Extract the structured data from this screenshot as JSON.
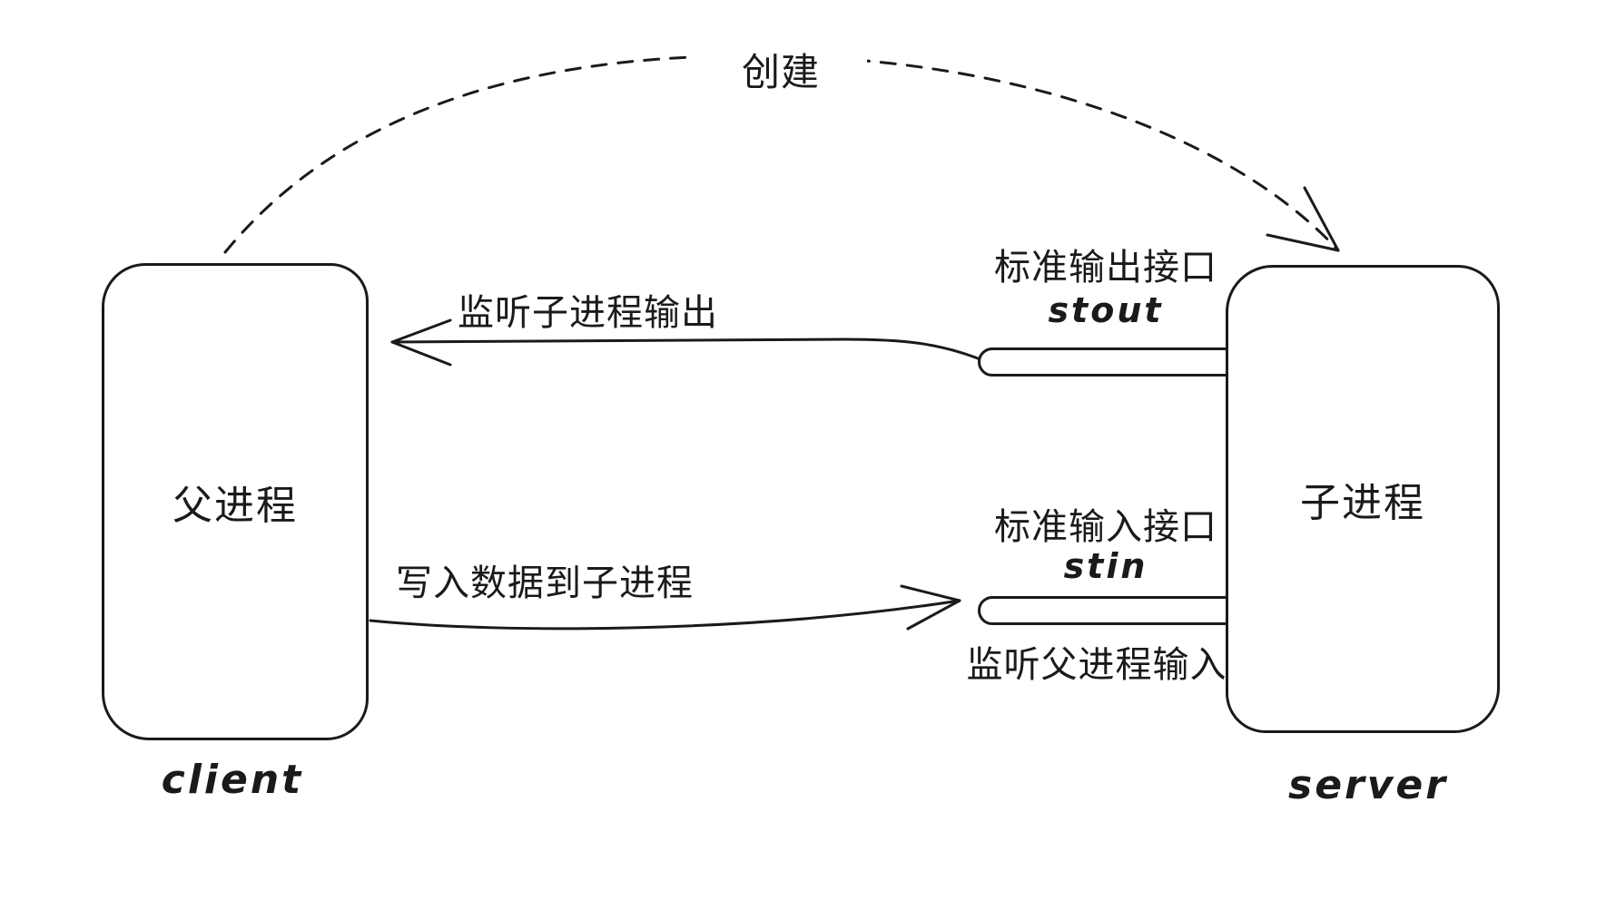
{
  "diagram": {
    "background_color": "#ffffff",
    "ink_color": "#1a1a1a",
    "create_arrow": {
      "label": "创建"
    },
    "client_box": {
      "title": "父进程",
      "caption": "client"
    },
    "server_box": {
      "title": "子进程",
      "caption": "server"
    },
    "stdout_flow": {
      "arrow_label": "监听子进程输出",
      "port_label": "标准输出接口",
      "port_name": "stout"
    },
    "stdin_flow": {
      "arrow_label": "写入数据到子进程",
      "port_label": "标准输入接口",
      "port_name": "stin",
      "listen_caption": "监听父进程输入"
    }
  }
}
